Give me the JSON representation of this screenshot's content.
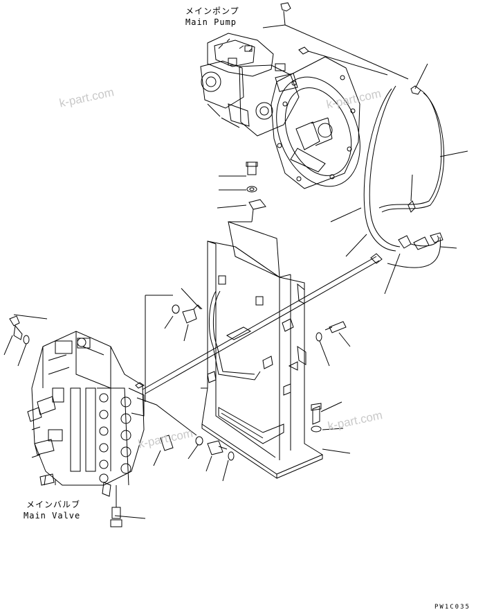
{
  "labels": {
    "main_pump_jp": "メインポンプ",
    "main_pump_en": "Main Pump",
    "main_valve_jp": "メインバルブ",
    "main_valve_en": "Main Valve",
    "drawing_code": "PW1C035"
  },
  "watermark": "k-part.com",
  "colors": {
    "line": "#000000",
    "watermark": "#c9c9c9",
    "background": "#ffffff"
  }
}
